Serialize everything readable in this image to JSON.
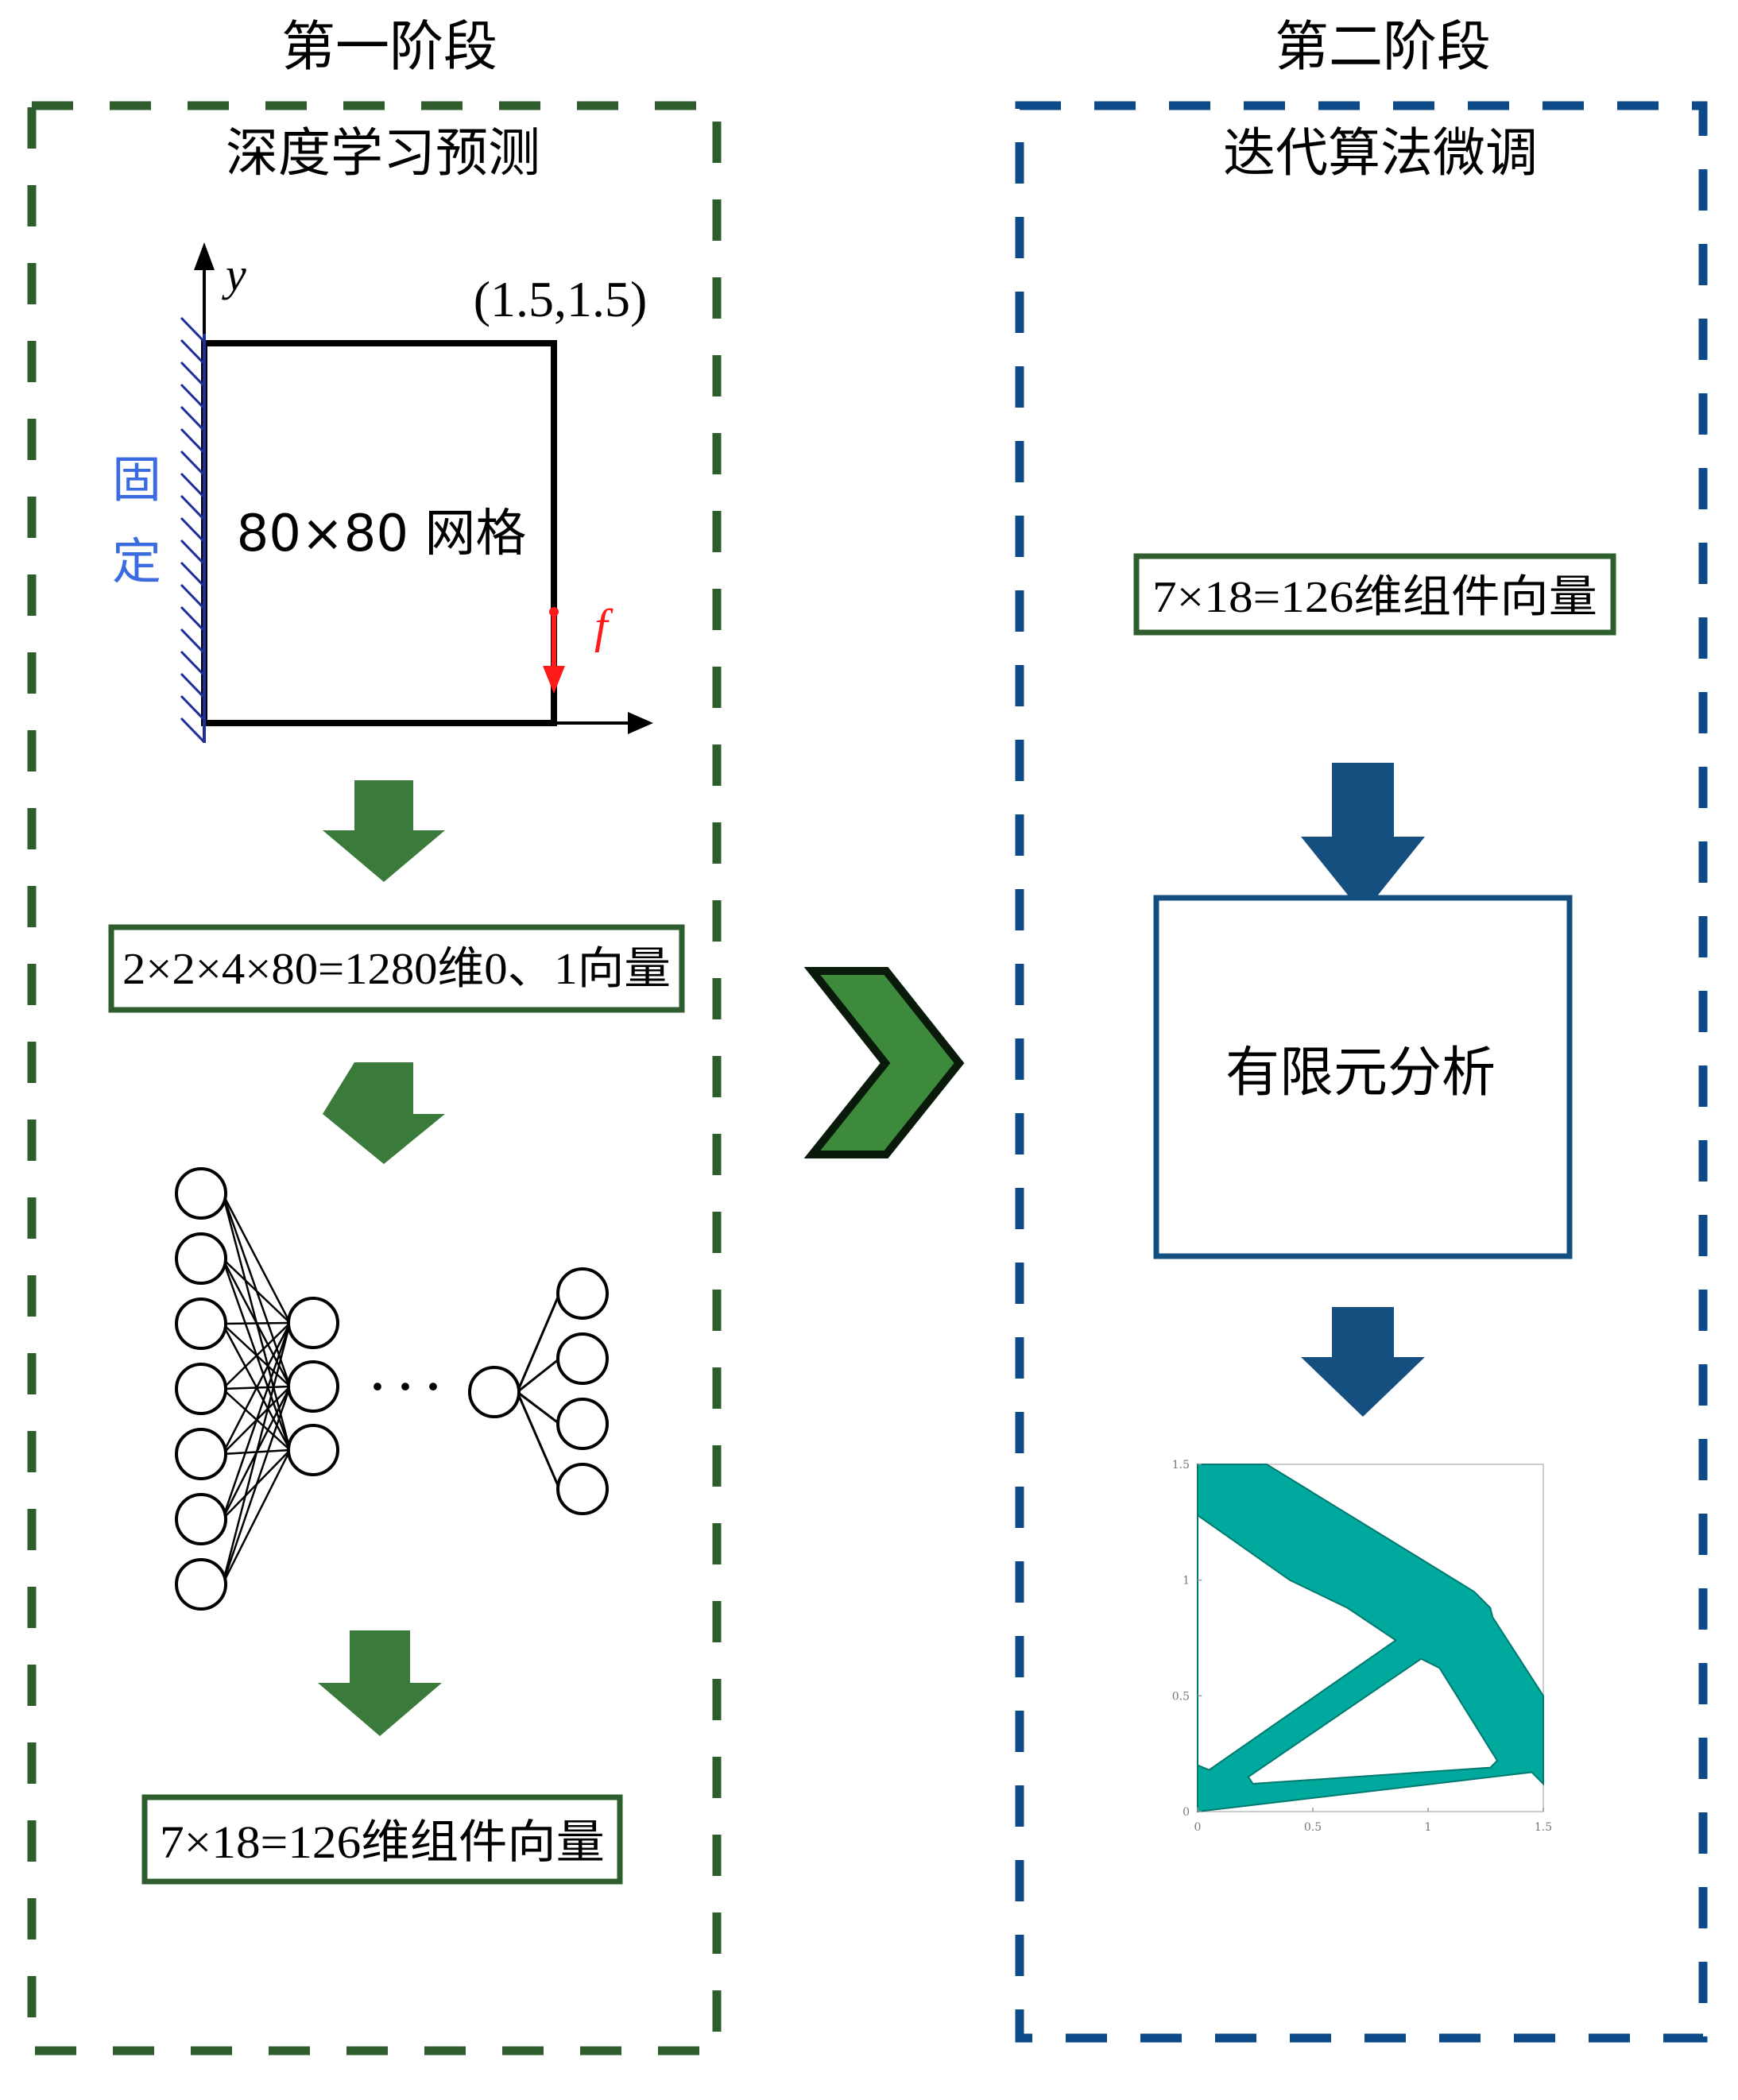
{
  "colors": {
    "stage1_green": "#2e5e2e",
    "arrow_green": "#3a7a3a",
    "stage2_blue": "#0d4a8a",
    "arrow_blue": "#154f80",
    "fixed_blue": "#3a6be0",
    "hatch_blue": "#1f2f9a",
    "force_red": "#ff1a1a",
    "topology_teal": "#00a99d"
  },
  "stage1": {
    "heading": "第一阶段",
    "subtitle": "深度学习预测",
    "domain": {
      "y_axis_label": "y",
      "corner_label": "(1.5,1.5)",
      "fixed_label_1": "固",
      "fixed_label_2": "定",
      "grid_label": "80×80 网格",
      "force_label": "f"
    },
    "binary_vector_label": "2×2×4×80=1280维0、1向量",
    "component_vector_label": "7×18=126维组件向量",
    "network": {
      "input_nodes": 7,
      "hidden_nodes": 3,
      "ellipsis": "· · ·",
      "pre_output_nodes": 1,
      "output_nodes": 4
    }
  },
  "transition": {
    "icon": "chevron-right-icon"
  },
  "stage2": {
    "heading": "第二阶段",
    "subtitle": "迭代算法微调",
    "component_vector_label": "7×18=126维组件向量",
    "fea_label": "有限元分析",
    "topology_plot": {
      "x_ticks": [
        "0",
        "0.5",
        "1",
        "1.5"
      ],
      "y_ticks": [
        "0",
        "0.5",
        "1",
        "1.5"
      ],
      "range": [
        0,
        1.5
      ]
    }
  }
}
